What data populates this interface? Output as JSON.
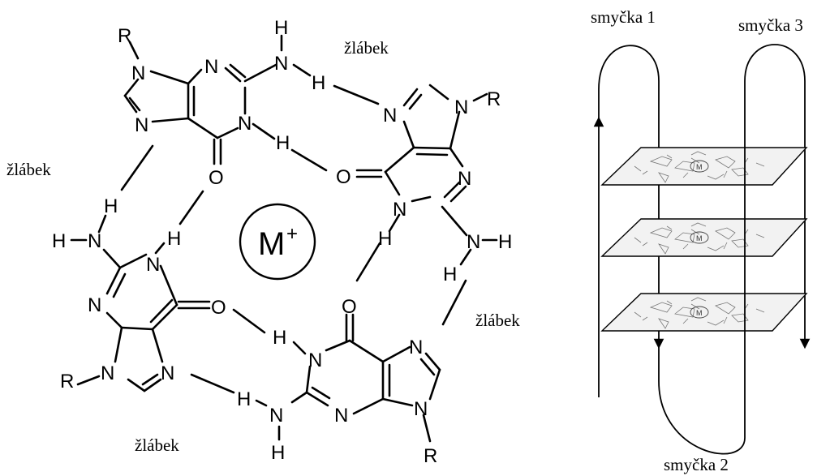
{
  "groove_labels": {
    "top": "žlábek",
    "left": "žlábek",
    "right": "žlábek",
    "bottom": "žlábek"
  },
  "metal_ion": {
    "symbol": "M",
    "charge": "+",
    "plate_symbol": "M"
  },
  "loop_labels": {
    "loop1": "smyčka 1",
    "loop2": "smyčka 2",
    "loop3": "smyčka 3"
  },
  "atoms": {
    "N": "N",
    "H": "H",
    "O": "O",
    "R": "R"
  }
}
